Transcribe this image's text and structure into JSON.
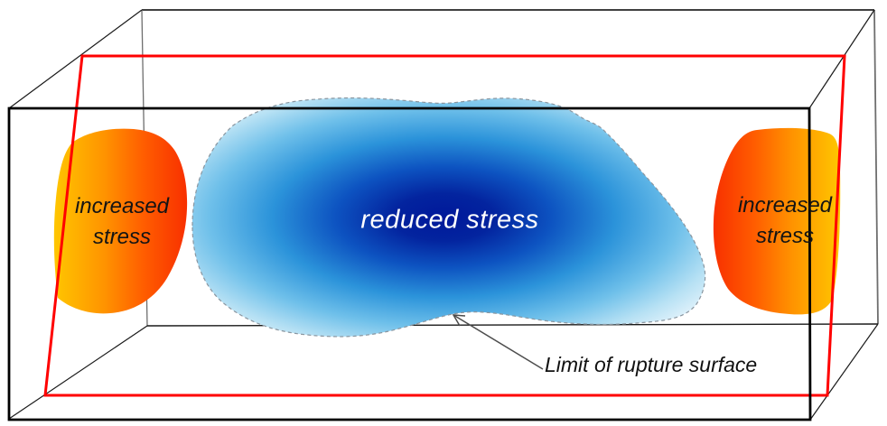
{
  "diagram": {
    "kind": "3d-stress-box",
    "labels": {
      "reduced_stress": "reduced stress",
      "increased_stress_left": "increased stress",
      "increased_stress_right": "increased stress",
      "rupture_annotation": "Limit of rupture surface"
    },
    "colors": {
      "background": "#ffffff",
      "box_front_edge": "#000000",
      "box_back_edge": "#1a1a1a",
      "box_back_vertical": "#6e6e6e",
      "rupture_outline": "#ff0000",
      "arrow": "#4d4d4d",
      "reduced_border": "#8a96a0",
      "reduced_0": "#00189a",
      "reduced_1": "#03249f",
      "reduced_2": "#0d53c1",
      "reduced_3": "#2b93da",
      "reduced_4": "#6fc0ea",
      "reduced_5": "#b7e1f4",
      "reduced_6": "#dcf0fa",
      "increased_0": "#ffc600",
      "increased_1": "#ff9300",
      "increased_2": "#ff5c00",
      "increased_3": "#f83000",
      "reduced_text": "#ffffff",
      "increased_text": "#141414",
      "annotation_text": "#111111"
    }
  }
}
